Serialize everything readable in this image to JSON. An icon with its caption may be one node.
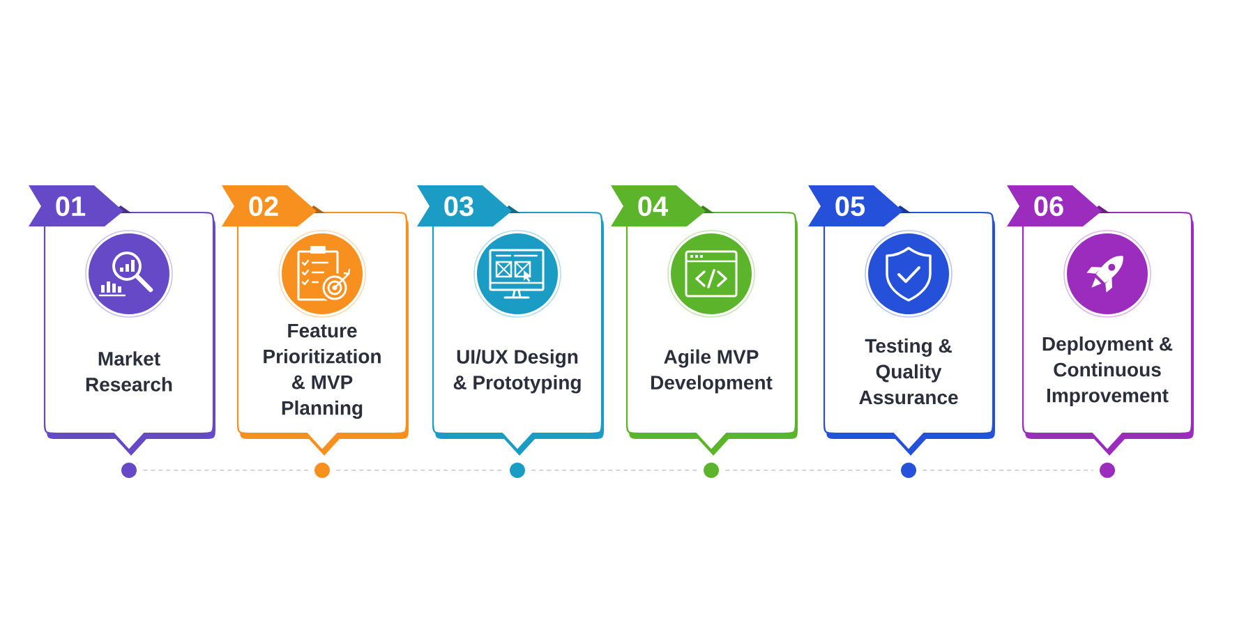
{
  "diagram": {
    "nodes": [
      {
        "text": [
          "01"
        ]
      },
      {
        "text": [
          "Market Research"
        ]
      },
      {
        "text": [],
        "shape": "circle"
      },
      {
        "text": [
          "02"
        ]
      },
      {
        "text": [
          "Feature Prioritization & MVP Planning"
        ]
      },
      {
        "text": [],
        "shape": "circle"
      },
      {
        "text": [
          "03"
        ]
      },
      {
        "text": [
          "UI/UX Design & Prototyping"
        ]
      },
      {
        "text": [],
        "shape": "circle"
      },
      {
        "text": [
          "04"
        ]
      },
      {
        "text": [
          "Agile MVP Development"
        ]
      },
      {
        "text": [],
        "shape": "circle"
      },
      {
        "text": [
          "05"
        ]
      },
      {
        "text": [
          "Testing & Quality Assurance"
        ]
      },
      {
        "text": [],
        "shape": "circle"
      },
      {
        "text": [
          "06"
        ]
      },
      {
        "text": [
          "Deployment & Continuous Improvement"
        ]
      },
      {
        "text": [],
        "shape": "circle"
      }
    ],
    "edges": [
      {
        "from": 2,
        "to": 5,
        "arrow": "none",
        "style": "dashed"
      },
      {
        "from": 5,
        "to": 8,
        "arrow": "none",
        "style": "dashed"
      },
      {
        "from": 8,
        "to": 11,
        "arrow": "none",
        "style": "dashed"
      },
      {
        "from": 11,
        "to": 14,
        "arrow": "none",
        "style": "dashed"
      },
      {
        "from": 14,
        "to": 17,
        "arrow": "none",
        "style": "dashed"
      }
    ]
  }
}
